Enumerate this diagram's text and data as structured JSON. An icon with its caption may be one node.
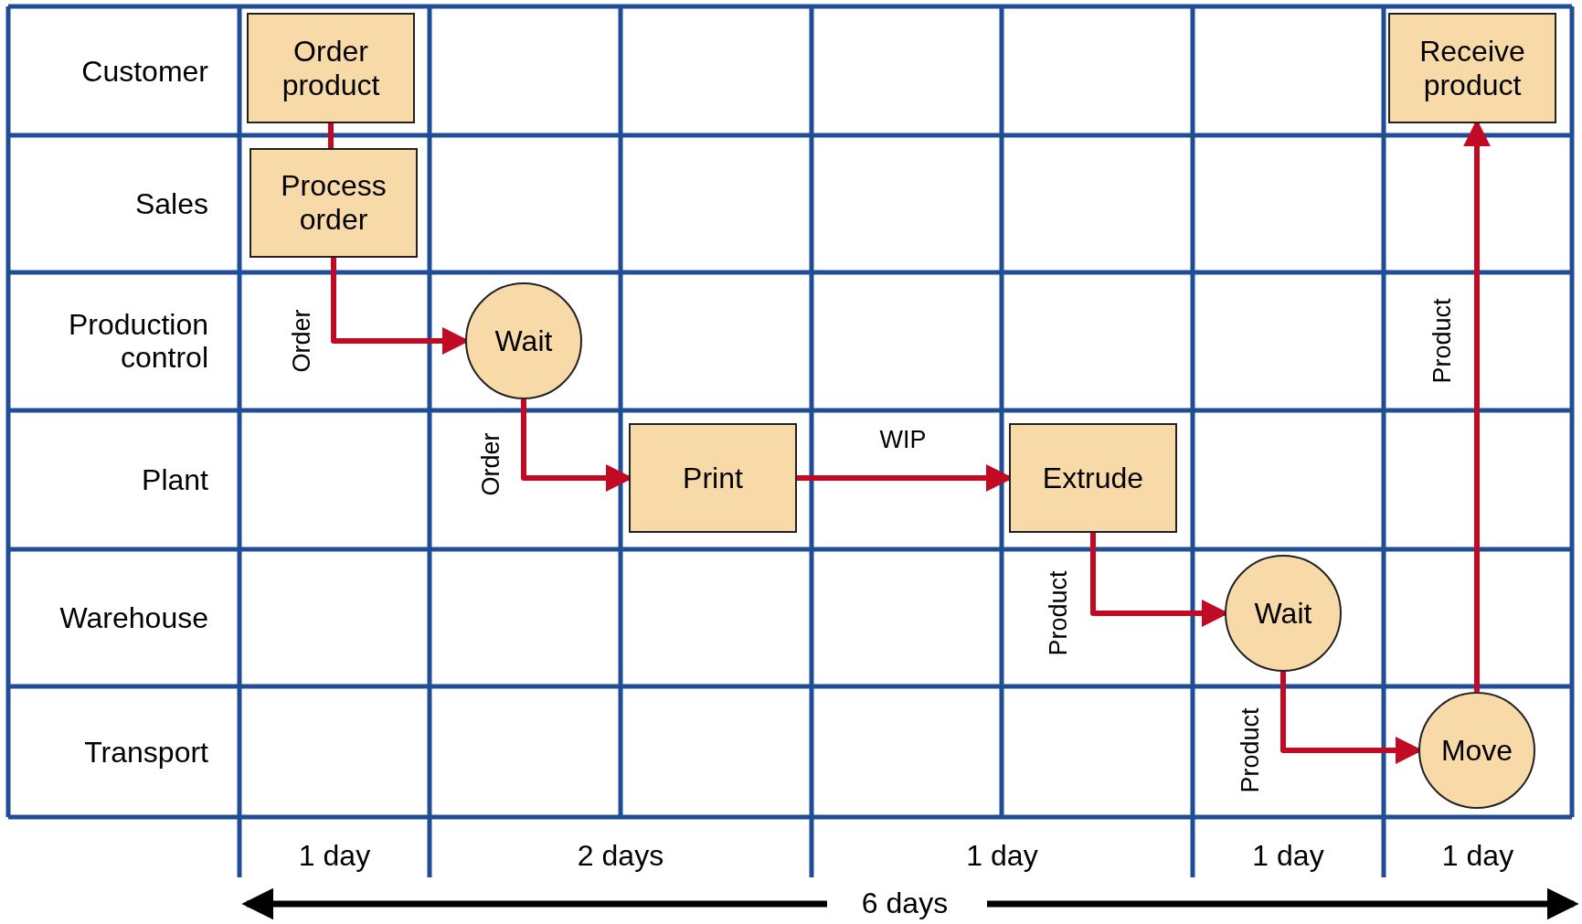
{
  "diagram": {
    "nodes": [
      {
        "text": [
          "Order product"
        ]
      },
      {
        "text": [
          "Process order"
        ]
      },
      {
        "text": [
          "Wait"
        ]
      },
      {
        "text": [
          "Print"
        ]
      },
      {
        "text": [
          "Extrude"
        ]
      },
      {
        "text": [
          "Wait"
        ]
      },
      {
        "text": [
          "Move"
        ]
      },
      {
        "text": [
          "Receive product"
        ]
      }
    ],
    "edges": [
      {
        "from": 0,
        "to": 1,
        "arrow": "none"
      },
      {
        "from": 1,
        "to": 2,
        "arrow": "to",
        "label": "Order"
      },
      {
        "from": 2,
        "to": 3,
        "arrow": "to",
        "label": "Order"
      },
      {
        "from": 3,
        "to": 4,
        "arrow": "to",
        "label": "WIP"
      },
      {
        "from": 4,
        "to": 5,
        "arrow": "to",
        "label": "Product"
      },
      {
        "from": 5,
        "to": 6,
        "arrow": "to",
        "label": "Product"
      },
      {
        "from": 6,
        "to": 7,
        "arrow": "to",
        "label": "Product"
      }
    ],
    "labels": [
      "Customer",
      "Sales",
      "Production control",
      "Plant",
      "Warehouse",
      "Transport",
      "1 day",
      "2 days",
      "1 day",
      "1 day",
      "1 day",
      "6 days"
    ]
  }
}
